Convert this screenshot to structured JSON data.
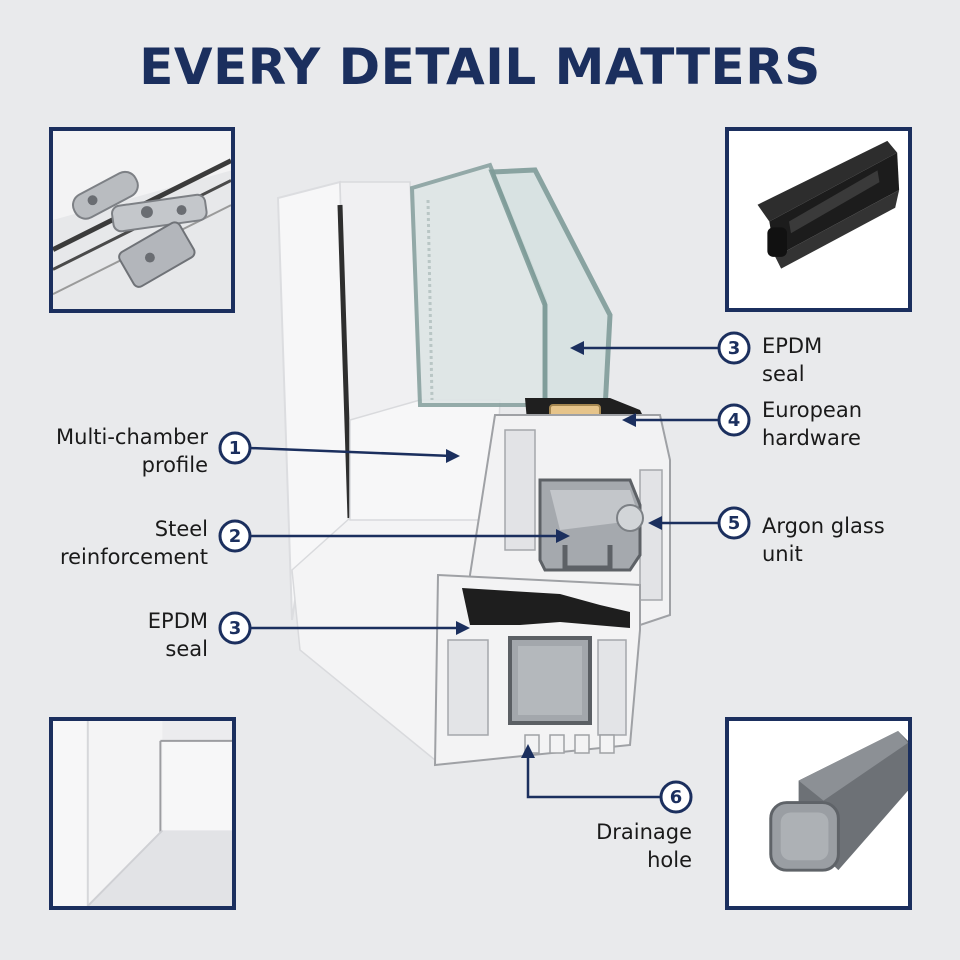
{
  "title": "EVERY DETAIL MATTERS",
  "callouts": [
    {
      "number": "1",
      "lines": [
        "Multi-chamber",
        "profile"
      ]
    },
    {
      "number": "2",
      "lines": [
        "Steel",
        "reinforcement"
      ]
    },
    {
      "number": "3",
      "lines": [
        "EPDM",
        "seal"
      ]
    },
    {
      "number": "3",
      "lines": [
        "EPDM",
        "seal"
      ]
    },
    {
      "number": "4",
      "lines": [
        "European",
        "hardware"
      ]
    },
    {
      "number": "5",
      "lines": [
        "Argon glass",
        "unit"
      ]
    },
    {
      "number": "6",
      "lines": [
        "Drainage",
        "hole"
      ]
    }
  ],
  "colors": {
    "accent": "#1b2f5e",
    "background": "#e9eaec",
    "text": "#1a1a1a"
  },
  "inset_photos": [
    {
      "subject": "hardware-hinge"
    },
    {
      "subject": "epdm-seal-strip"
    },
    {
      "subject": "profile-corner"
    },
    {
      "subject": "steel-bar"
    }
  ]
}
